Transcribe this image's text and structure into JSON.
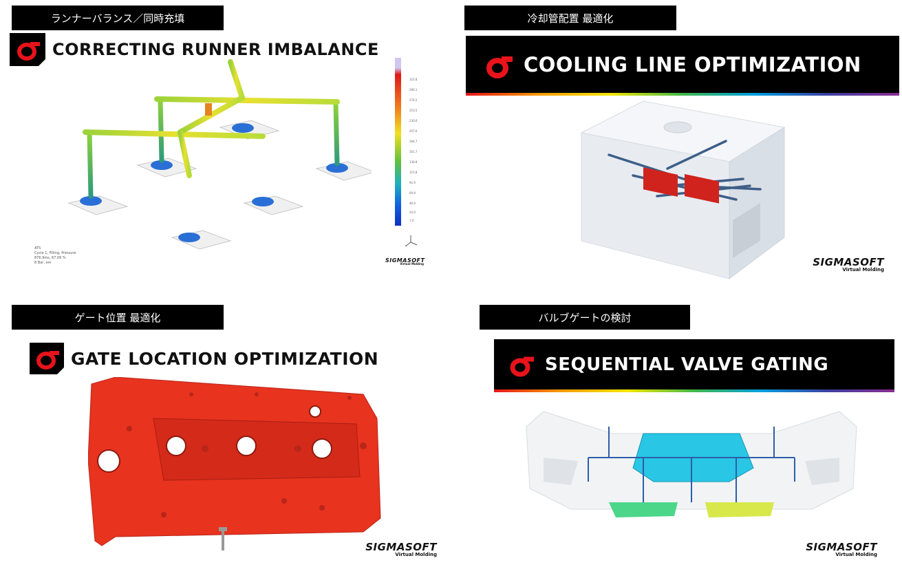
{
  "panels": {
    "runner": {
      "tab_label": "ランナーバランス／同時充填",
      "headline": "CORRECTING RUNNER IMBALANCE",
      "legend_ticks": [
        "322.8",
        "296.1",
        "276.5",
        "253.5",
        "230.6",
        "207.6",
        "184.7",
        "161.7",
        "138.8",
        "115.8",
        "92.9",
        "69.9",
        "46.9",
        "24.0",
        "1.0"
      ],
      "footer_lines": [
        "ATS",
        "Cycle 1, Filling, Pressure",
        "876.9ms, 67.09 %",
        "8 Bar, em"
      ],
      "logo_text": "SIGMASOFT",
      "logo_sub": "Virtual Molding"
    },
    "cooling": {
      "tab_label": "冷却管配置 最適化",
      "headline": "COOLING LINE OPTIMIZATION",
      "logo_text": "SIGMASOFT",
      "logo_sub": "Virtual Molding"
    },
    "gate": {
      "tab_label": "ゲート位置 最適化",
      "headline": "GATE LOCATION OPTIMIZATION",
      "logo_text": "SIGMASOFT",
      "logo_sub": "Virtual Molding"
    },
    "valve": {
      "tab_label": "バルブゲートの検討",
      "headline": "SEQUENTIAL VALVE GATING",
      "logo_text": "SIGMASOFT",
      "logo_sub": "Virtual Molding"
    }
  },
  "colors": {
    "sigma_red": "#e8131b",
    "part_red": "#e8331e",
    "mold_grey": "#e9eef3",
    "cyan_part": "#29c6e6"
  }
}
